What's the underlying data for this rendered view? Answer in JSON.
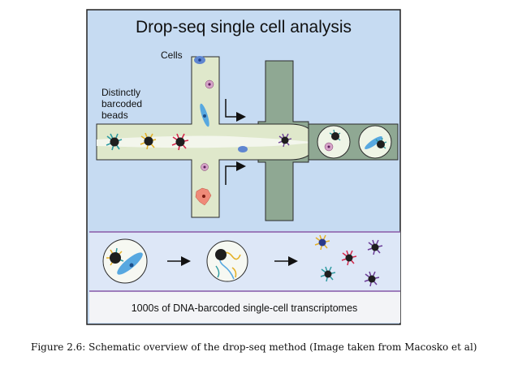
{
  "title": "Drop-seq single cell analysis",
  "labels": {
    "cells": "Cells",
    "beads_line1": "Distinctly",
    "beads_line2": "barcoded",
    "beads_line3": "beads"
  },
  "bottom_text": "1000s of DNA-barcoded single-cell transcriptomes",
  "caption": "Figure 2.6: Schematic overview of the drop-seq method (Image taken from Macosko et al)",
  "colors": {
    "panel_top": "#c6dbf2",
    "panel_bottom": "#dde7f7",
    "panel_border": "#8a5aa8",
    "channel_fill": "#dfe8cb",
    "channel_center": "#f3f6ec",
    "oil_channel": "#8fa893",
    "bead": "#1e1e1e",
    "cell_blue": "#57a8e0",
    "cell_pink": "#d6a3c8",
    "cell_red": "#ef8a78",
    "barcode_red": "#d4274b",
    "barcode_yellow": "#e4b026",
    "barcode_teal": "#2c9aa0",
    "barcode_purple": "#6a3b96"
  },
  "icons": [
    "arrow-right-icon",
    "bent-arrow-icon",
    "bead-icon",
    "cell-icon",
    "droplet-icon"
  ]
}
